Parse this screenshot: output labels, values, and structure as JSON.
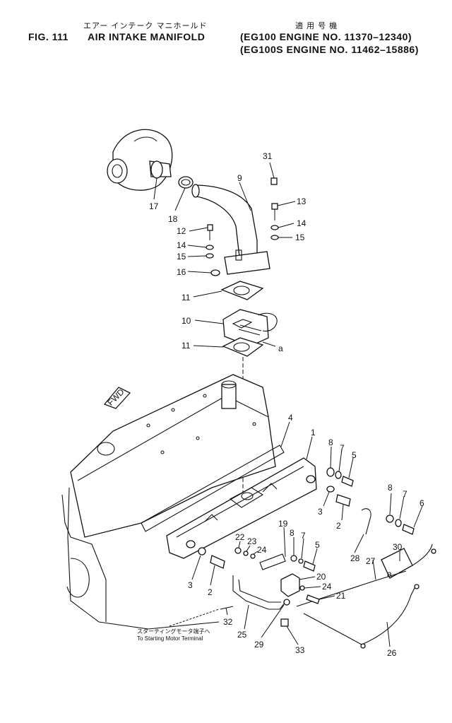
{
  "header": {
    "title_jp": "エアー インテーク マニホールド",
    "applicable_jp": "適 用 号 機",
    "fig_no": "FIG. 111",
    "title": "AIR  INTAKE  MANIFOLD",
    "applic_line1": "(EG100   ENGINE  NO. 11370–12340)",
    "applic_line2": "(EG100S  ENGINE  NO. 11462–15886)"
  },
  "diagram": {
    "fwd_label": "FWD",
    "note_jp": "スターティングモータ端子へ",
    "note_en": "To Starting Motor Terminal",
    "callouts": {
      "c1": "1",
      "c2a": "2",
      "c2b": "2",
      "c3a": "3",
      "c3b": "3",
      "c4": "4",
      "c5a": "5",
      "c5b": "5",
      "c6": "6",
      "c7a": "7",
      "c7b": "7",
      "c7c": "7",
      "c8a": "8",
      "c8b": "8",
      "c8c": "8",
      "c9": "9",
      "c10": "10",
      "c11a": "11",
      "c11b": "11",
      "c12": "12",
      "c13": "13",
      "c14a": "14",
      "c14b": "14",
      "c15a": "15",
      "c15b": "15",
      "c16": "16",
      "c17": "17",
      "c18": "18",
      "c19": "19",
      "c20": "20",
      "c21": "21",
      "c22": "22",
      "c23": "23",
      "c24a": "24",
      "c24b": "24",
      "c25": "25",
      "c26": "26",
      "c27": "27",
      "c28": "28",
      "c29": "29",
      "c30": "30",
      "c31": "31",
      "c32": "32",
      "c33": "33",
      "ra": "a",
      "rb": "a"
    }
  }
}
